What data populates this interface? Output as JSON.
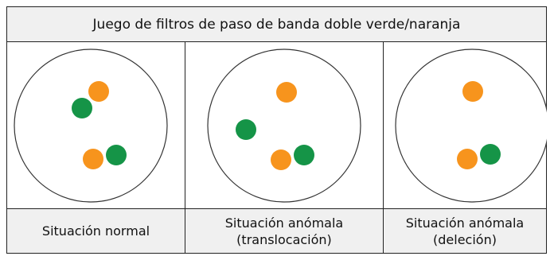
{
  "header": {
    "title": "Juego de filtros de paso de banda doble verde/naranja"
  },
  "colors": {
    "green": "#159447",
    "orange": "#f7941d",
    "circle_stroke": "#333333",
    "header_bg": "#f0f0f0"
  },
  "panels": [
    {
      "caption_lines": [
        "Situación normal"
      ]
    },
    {
      "caption_lines": [
        "Situación anómala",
        "(translocación)"
      ]
    },
    {
      "caption_lines": [
        "Situación anómala",
        "(deleción)"
      ]
    }
  ]
}
